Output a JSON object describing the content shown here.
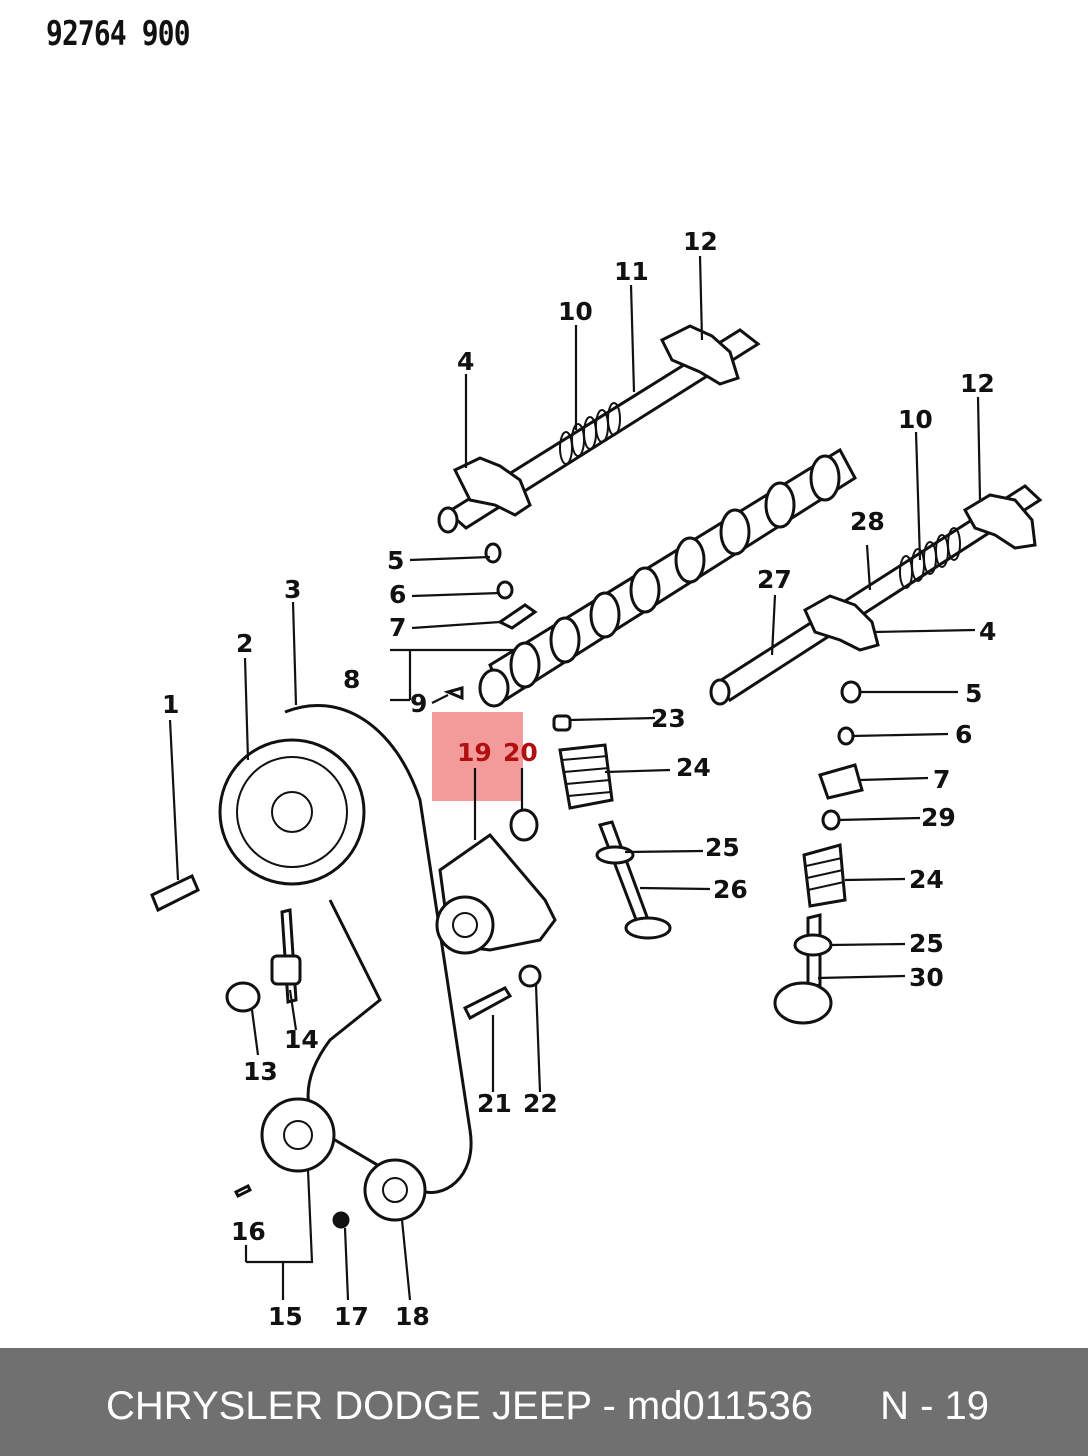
{
  "document_code": "92764 900",
  "highlight": {
    "labels": [
      "19",
      "20"
    ],
    "color": "#f39a9a",
    "label_color": "#b01010"
  },
  "callouts": [
    {
      "id": "c1",
      "text": "1"
    },
    {
      "id": "c2",
      "text": "2"
    },
    {
      "id": "c3",
      "text": "3"
    },
    {
      "id": "c4a",
      "text": "4"
    },
    {
      "id": "c4b",
      "text": "4"
    },
    {
      "id": "c5a",
      "text": "5"
    },
    {
      "id": "c5b",
      "text": "5"
    },
    {
      "id": "c6a",
      "text": "6"
    },
    {
      "id": "c6b",
      "text": "6"
    },
    {
      "id": "c7a",
      "text": "7"
    },
    {
      "id": "c7b",
      "text": "7"
    },
    {
      "id": "c8",
      "text": "8"
    },
    {
      "id": "c9",
      "text": "9"
    },
    {
      "id": "c10a",
      "text": "10"
    },
    {
      "id": "c10b",
      "text": "10"
    },
    {
      "id": "c11",
      "text": "11"
    },
    {
      "id": "c12a",
      "text": "12"
    },
    {
      "id": "c12b",
      "text": "12"
    },
    {
      "id": "c13",
      "text": "13"
    },
    {
      "id": "c14",
      "text": "14"
    },
    {
      "id": "c15",
      "text": "15"
    },
    {
      "id": "c16",
      "text": "16"
    },
    {
      "id": "c17",
      "text": "17"
    },
    {
      "id": "c18",
      "text": "18"
    },
    {
      "id": "c21",
      "text": "21"
    },
    {
      "id": "c22",
      "text": "22"
    },
    {
      "id": "c23",
      "text": "23"
    },
    {
      "id": "c24a",
      "text": "24"
    },
    {
      "id": "c24b",
      "text": "24"
    },
    {
      "id": "c25a",
      "text": "25"
    },
    {
      "id": "c25b",
      "text": "25"
    },
    {
      "id": "c26",
      "text": "26"
    },
    {
      "id": "c27",
      "text": "27"
    },
    {
      "id": "c28",
      "text": "28"
    },
    {
      "id": "c29",
      "text": "29"
    },
    {
      "id": "c30",
      "text": "30"
    }
  ],
  "footer": {
    "brand_part": "CHRYSLER DODGE JEEP - md011536",
    "page": "N - 19",
    "background": "#707070",
    "text_color": "#ffffff"
  }
}
